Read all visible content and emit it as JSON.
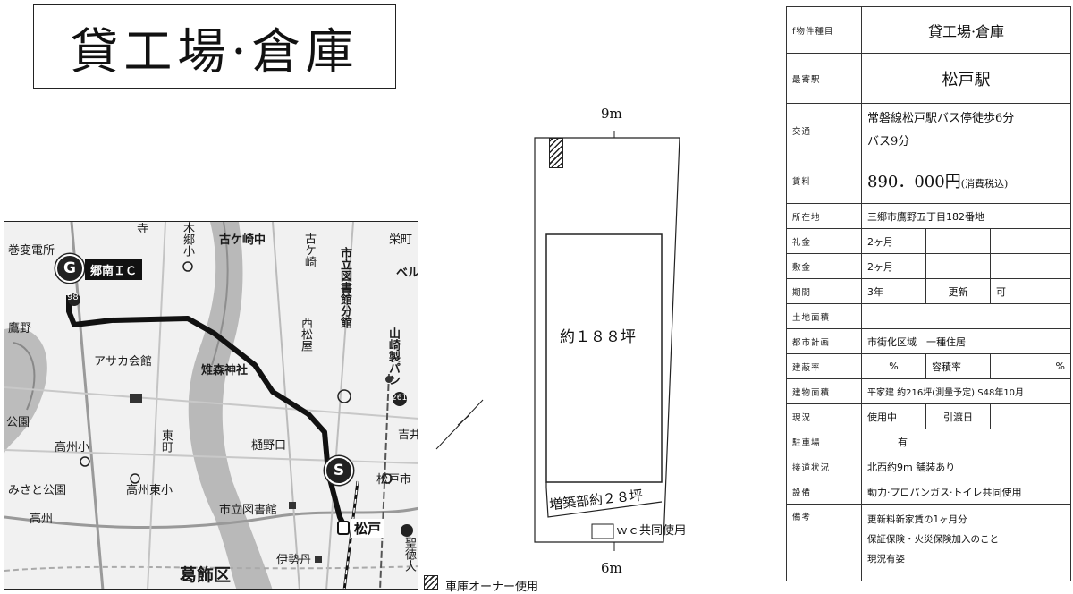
{
  "title": "貸工場·倉庫",
  "map": {
    "labels": {
      "substation": "巻変電所",
      "ic": "郷南ＩＣ",
      "goal_marker": "G",
      "start_marker": "S",
      "route_98": "98",
      "route_261": "261",
      "temple": "寺",
      "kigo_school": "木郷小",
      "kogasaki_jhs": "古ケ崎中",
      "kogasaki": "古ケ崎",
      "library_branch": "市立図書館分館",
      "sakaecho": "栄町",
      "bell": "ベル",
      "takano": "鷹野",
      "asaka": "アサカ会館",
      "nishimatsuya": "西松屋",
      "yamazaki": "山崎製パン",
      "shrine": "雉森神社",
      "park": "公園",
      "koshu_es": "高州小",
      "higashimachi": "東町",
      "hino": "樋野口",
      "yoshii": "吉井",
      "matsudo_city": "松戸市",
      "misato_park": "みさと公園",
      "koshu_east_es": "高州東小",
      "library": "市立図書館",
      "koshu": "高州",
      "station": "松戸",
      "isetan": "伊勢丹",
      "seitoku": "聖徳大",
      "katsushika": "葛飾区"
    }
  },
  "plan": {
    "top_width": "9m",
    "bottom_width": "6m",
    "main_area": "約１８８坪",
    "extension": "増築部約２８坪",
    "wc": "ｗｃ共同使用",
    "legend": "車庫オーナー使用"
  },
  "spec": {
    "type_key": "f物件種目",
    "type_val": "貸工場·倉庫",
    "station_key": "最寄駅",
    "station_val": "松戸駅",
    "access_key": "交通",
    "access_val1": "常磐線松戸駅バス停徒歩6分",
    "access_val2": "バス9分",
    "rent_key": "賃料",
    "rent_val": "890．000円",
    "rent_note": "(消費税込)",
    "address_key": "所在地",
    "address_val": "三郷市鷹野五丁目182番地",
    "deposit_key": "礼金",
    "deposit_val": "2ヶ月",
    "security_key": "敷金",
    "security_val": "2ヶ月",
    "term_key": "期間",
    "term_val": "3年",
    "renew_key": "更新",
    "renew_val": "可",
    "land_key": "土地面積",
    "plan_key": "都市計画",
    "plan_val": "市街化区域　一種住居",
    "bcr_key": "建蔽率",
    "bcr_unit": "%",
    "far_key": "容積率",
    "far_unit": "%",
    "floor_key": "建物面積",
    "floor_val": "平家建 約216坪(測量予定) S48年10月",
    "status_key": "現況",
    "status_val": "使用中",
    "handover_key": "引渡日",
    "parking_key": "駐車場",
    "parking_val": "有",
    "road_key": "接道状況",
    "road_val": "北西約9m 舗装あり",
    "equip_key": "設備",
    "equip_val": "動力·プロパンガス·トイレ共同使用",
    "notes_key": "備考",
    "notes": [
      "更新料新家賃の1ヶ月分",
      "保証保険・火災保険加入のこと",
      "現況有姿"
    ]
  }
}
